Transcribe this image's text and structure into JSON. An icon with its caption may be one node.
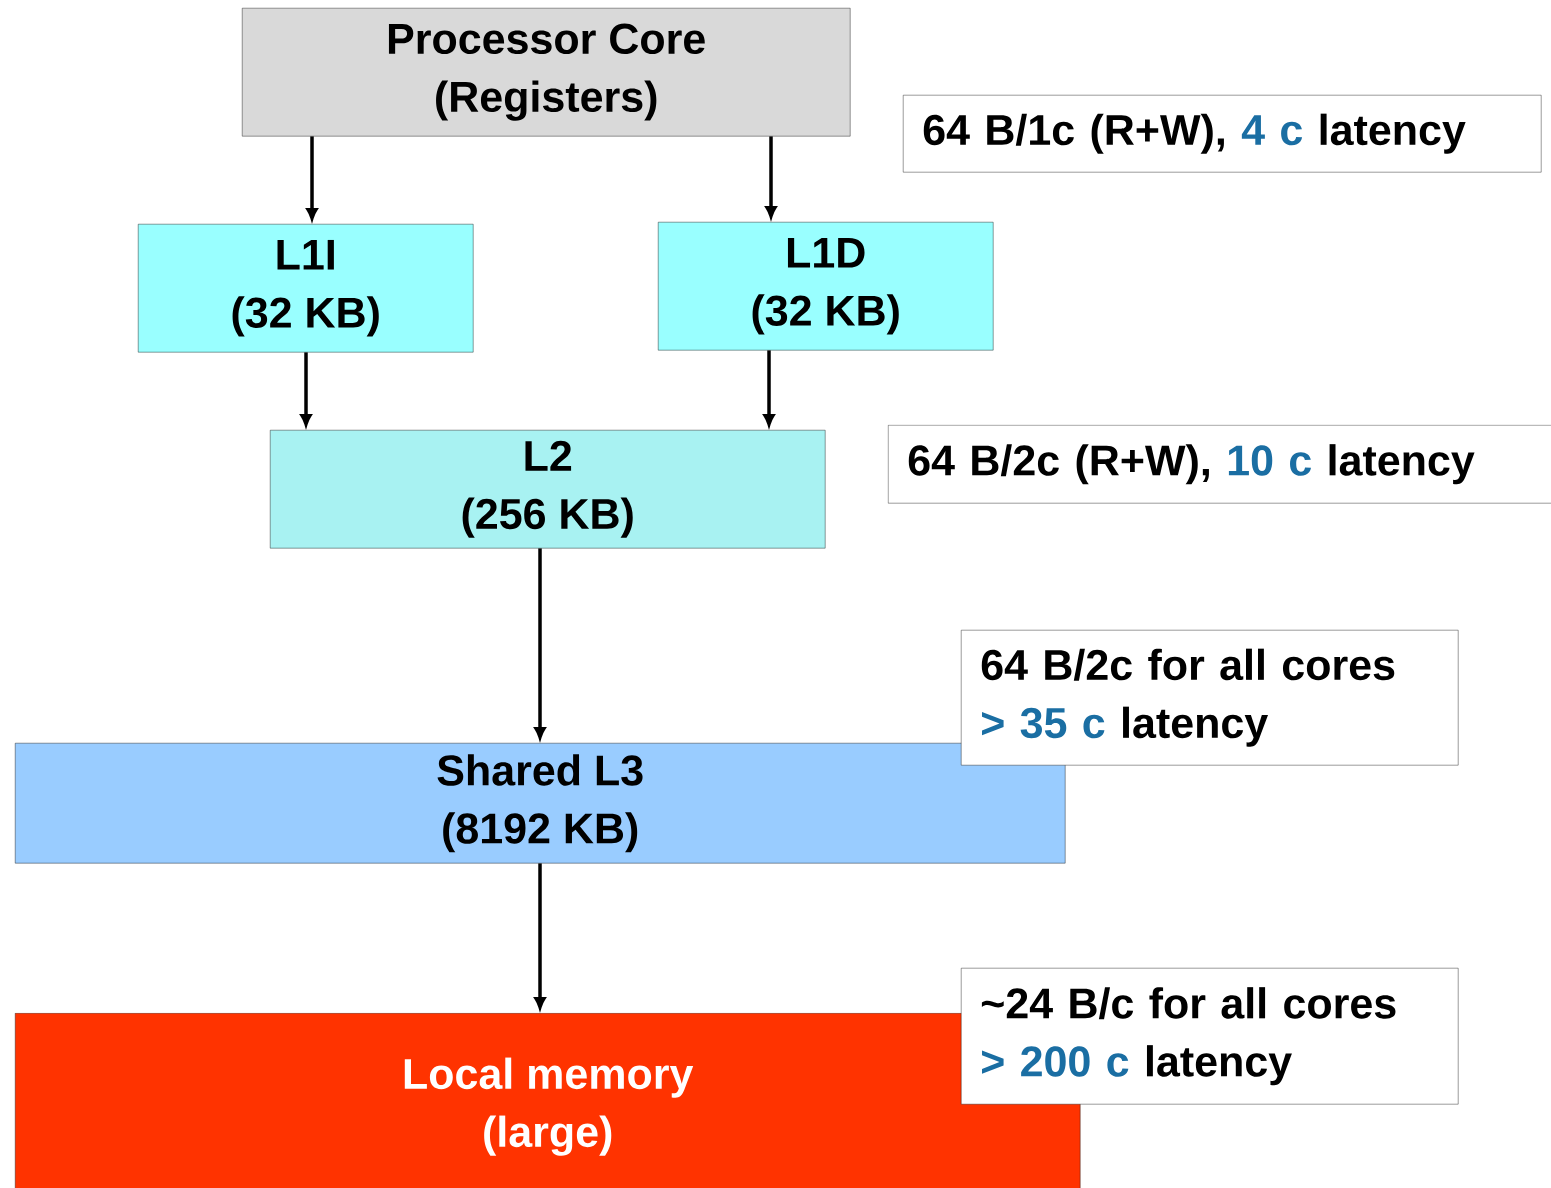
{
  "diagram": {
    "nodes": [
      {
        "text": [
          "Processor Core",
          "(Registers)"
        ]
      },
      {
        "text": [
          "L1I",
          "(32 KB)"
        ]
      },
      {
        "text": [
          "L1D",
          "(32 KB)"
        ]
      },
      {
        "text": [
          "L2",
          "(256 KB)"
        ]
      },
      {
        "text": [
          "Shared L3",
          "(8192 KB)"
        ]
      },
      {
        "text": [
          "Local memory",
          "(large)"
        ]
      },
      {
        "text": [
          "64 B/1c (R+W),",
          "4 c",
          "latency"
        ]
      },
      {
        "text": [
          "64 B/2c (R+W),",
          "10 c",
          "latency"
        ]
      },
      {
        "text": [
          "64 B/2c for all cores",
          "> 35 c",
          "latency"
        ]
      },
      {
        "text": [
          "~24 B/c for all cores",
          "> 200 c",
          "latency"
        ]
      }
    ],
    "edges": [
      {
        "from": 0,
        "to": 1,
        "arrow": "to"
      },
      {
        "from": 0,
        "to": 2,
        "arrow": "to"
      },
      {
        "from": 1,
        "to": 3,
        "arrow": "to"
      },
      {
        "from": 2,
        "to": 3,
        "arrow": "to"
      },
      {
        "from": 3,
        "to": 4,
        "arrow": "to"
      },
      {
        "from": 4,
        "to": 5,
        "arrow": "to"
      }
    ]
  }
}
